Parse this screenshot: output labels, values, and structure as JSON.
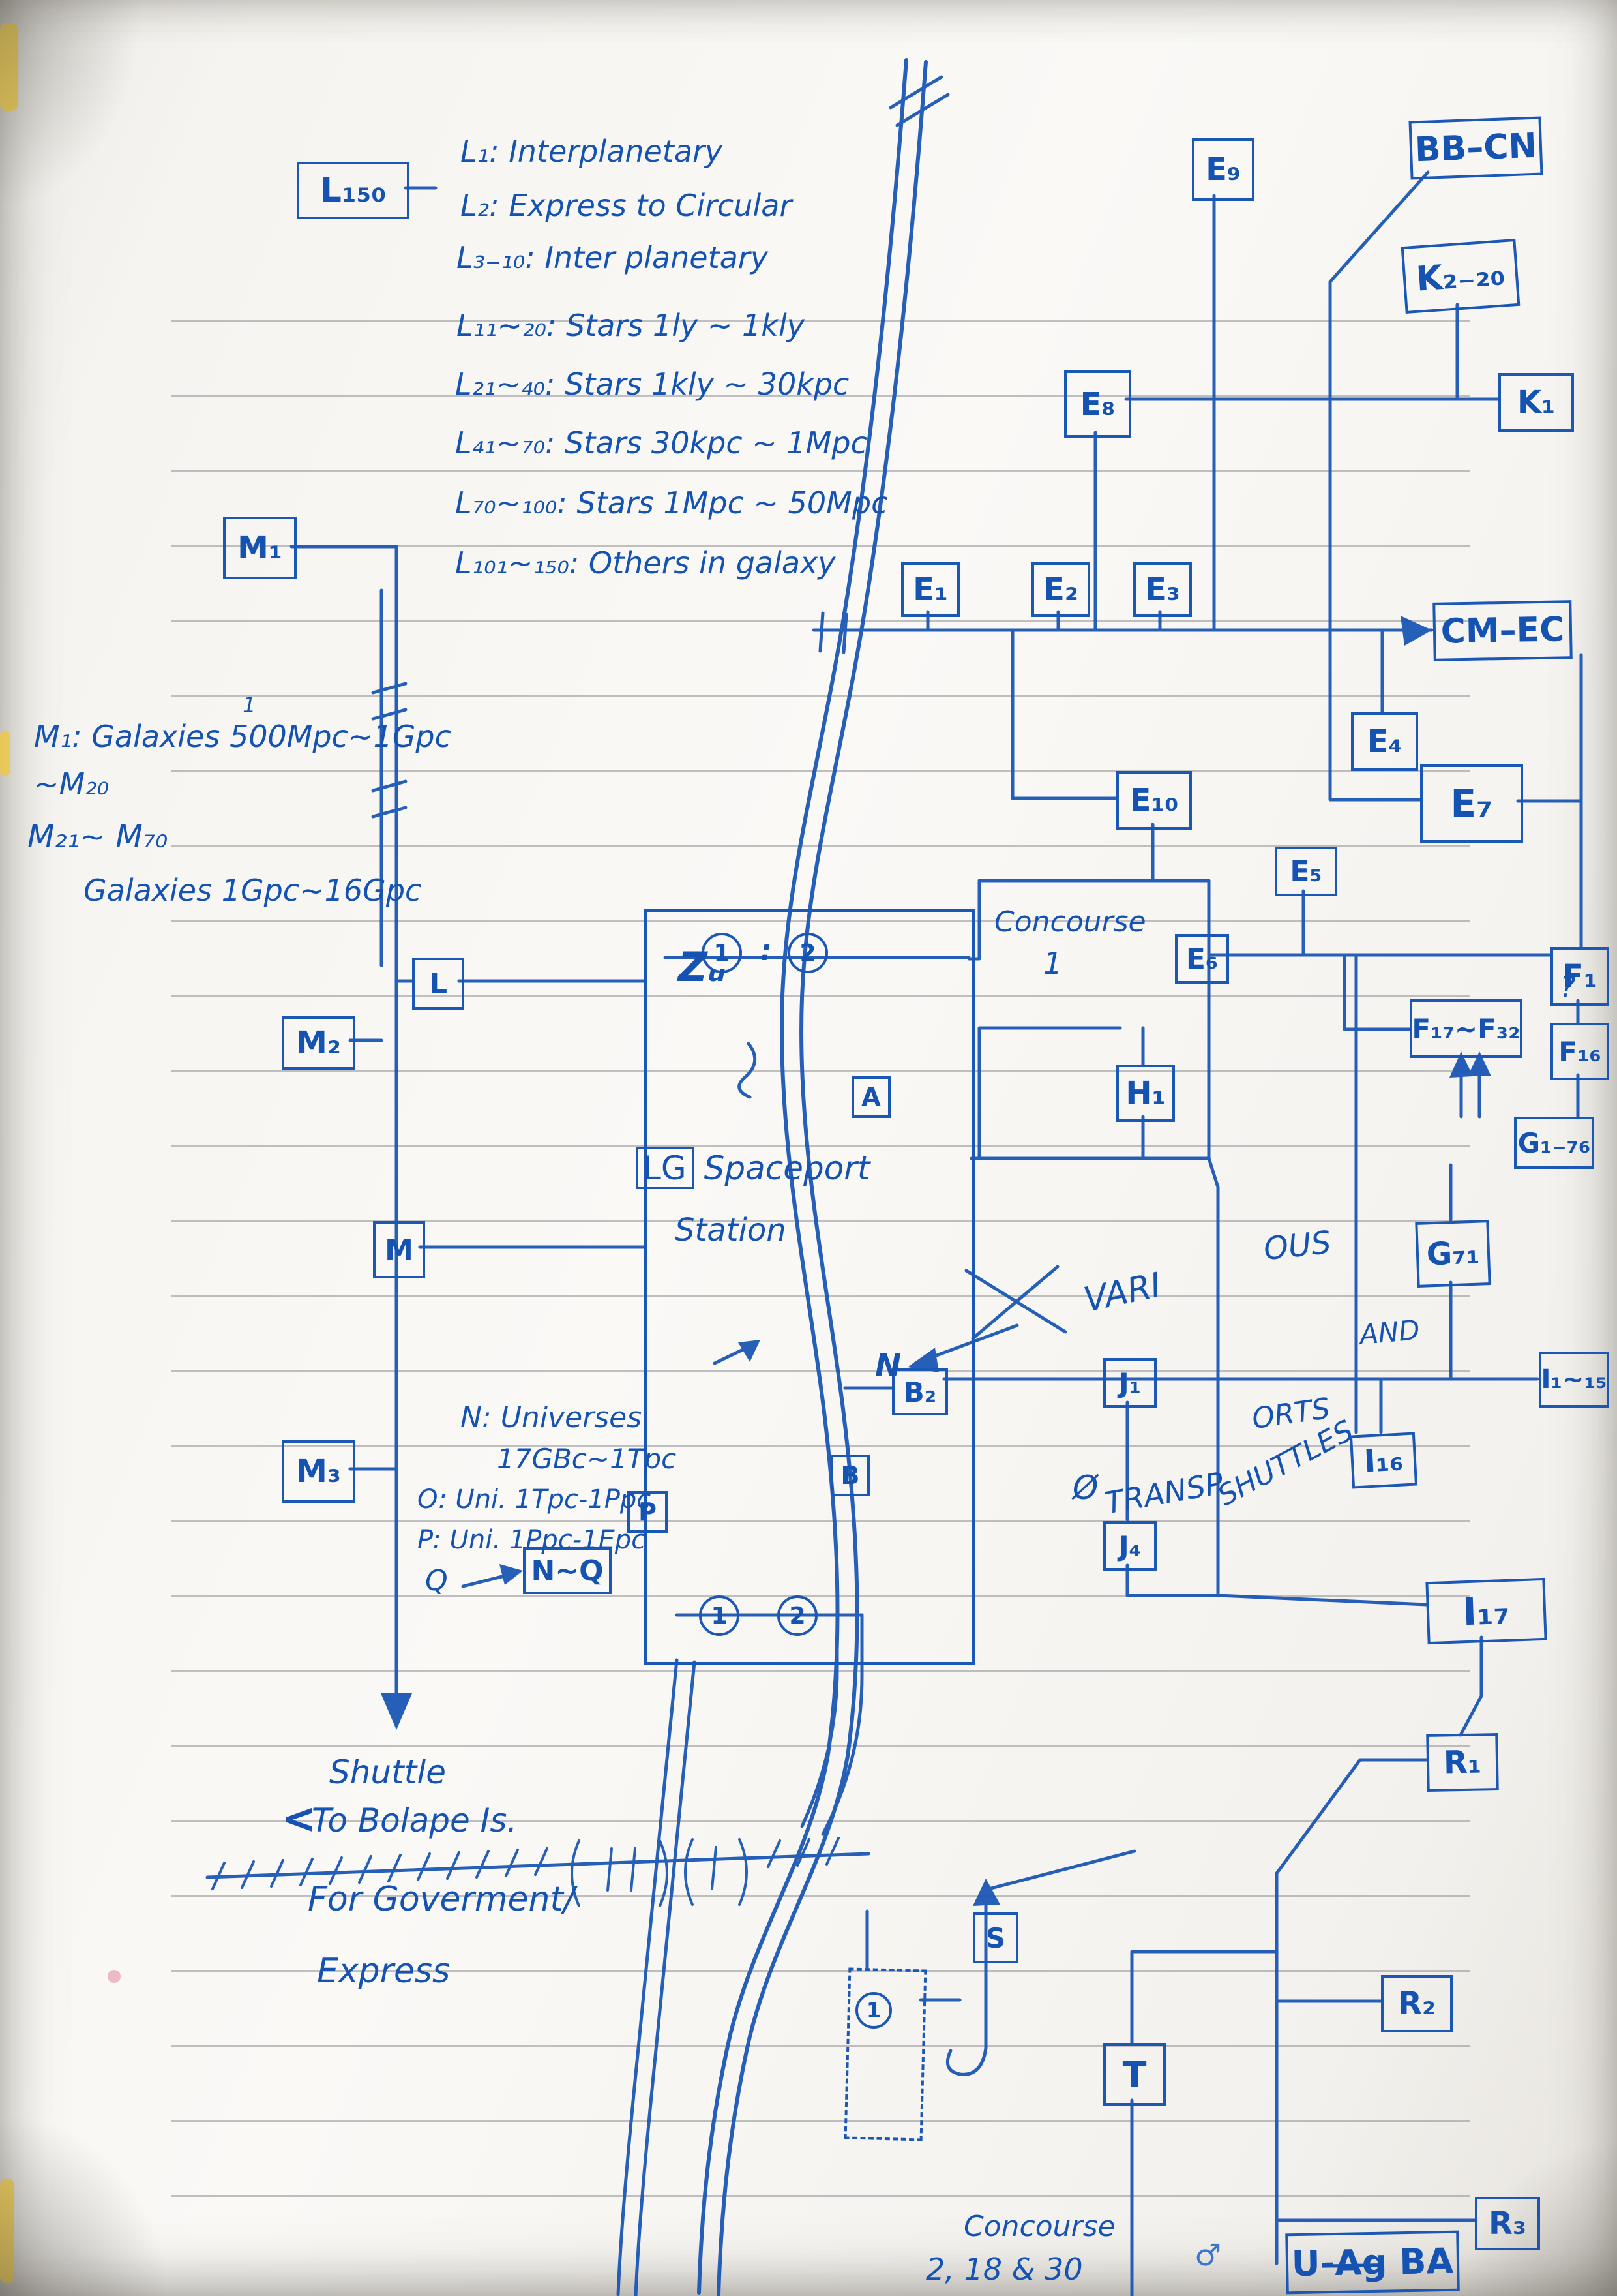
{
  "meta": {
    "ink": "#1b57b5",
    "paper": "#f7f5f1"
  },
  "legend": {
    "items": [
      "L₁: Interplanetary",
      "L₂: Express to Circular",
      "L₃₋₁₀: Inter planetary",
      "L₁₁~₂₀: Stars 1ly ~ 1kly",
      "L₂₁~₄₀: Stars 1kly ~ 30kpc",
      "L₄₁~₇₀: Stars 30kpc ~ 1Mpc",
      "L₇₀~₁₀₀: Stars 1Mpc ~ 50Mpc",
      "L₁₀₁~₁₅₀: Others in galaxy"
    ]
  },
  "galaxy_notes": {
    "sup": "1",
    "lines": [
      "M₁: Galaxies 500Mpc~1Gpc",
      "~M₂₀",
      "M₂₁~ M₇₀",
      "Galaxies 1Gpc~16Gpc"
    ]
  },
  "universe_notes": {
    "lines": [
      "N: Universes",
      "17GBc~1Tpc",
      "O: Uni. 1Tpc-1Ppc",
      "P: Uni. 1Ppc-1Epc",
      "Q"
    ]
  },
  "station": {
    "lg": "LG",
    "name": "Spaceport",
    "sub": "Station",
    "z": "Zᵤ"
  },
  "concourse1": {
    "word": "Concourse",
    "num": "1"
  },
  "concourse_bottom": {
    "word": "Concourse",
    "nums": "2, 18 & 30"
  },
  "shuttle_note": {
    "arrow": "<",
    "l1": "Shuttle",
    "l2": "To Bolape Is."
  },
  "gov_note": {
    "l1": "For Goverment/",
    "l2": "Express"
  },
  "scatter": {
    "vari": "VARI",
    "ous": "OUS",
    "transp": "TRANSP",
    "orts": "ORTS",
    "and": "AND",
    "shuttles": "SHUTTLES",
    "phi": "Ø",
    "n": "N",
    "q": "?",
    "colon": ":",
    "male": "♂"
  },
  "circles": {
    "t1": "1",
    "t2": "2",
    "b1": "1",
    "b2": "2",
    "d1": "1"
  },
  "nodes": {
    "L150": "L₁₅₀",
    "E9": "E₉",
    "BBCN": "BB–CN",
    "K220": "K₂₋₂₀",
    "K1": "K₁",
    "E8": "E₈",
    "M1": "M₁",
    "E1": "E₁",
    "E2": "E₂",
    "E3": "E₃",
    "CMEC": "CM–EC",
    "E4": "E₄",
    "E7": "E₇",
    "E10": "E₁₀",
    "E5": "E₅",
    "E6": "E₆",
    "F1": "F₁",
    "F1732": "F₁₇~F₃₂",
    "F16": "F₁₆",
    "G176": "G₁₋₇₆",
    "G71": "G₇₁",
    "H1": "H₁",
    "L": "L",
    "M2": "M₂",
    "M": "M",
    "B2": "B₂",
    "J1": "J₁",
    "J4": "J₄",
    "I115": "I₁~₁₅",
    "I16": "I₁₆",
    "I17": "I₁₇",
    "M3": "M₃",
    "NQ": "N~Q",
    "P": "P",
    "A": "A",
    "B": "B",
    "S": "S",
    "R1": "R₁",
    "R2": "R₂",
    "R3": "R₃",
    "T": "T",
    "UABBA": "U-A̶g̶ BA"
  }
}
